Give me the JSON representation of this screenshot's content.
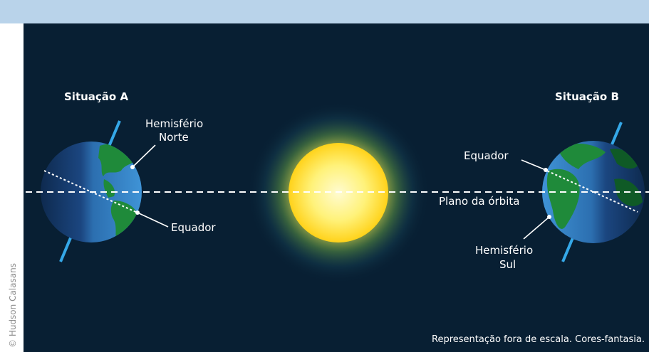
{
  "credit": "© Hudson Calasans",
  "situation_a": {
    "title": "Situação A",
    "hemisphere_line1": "Hemisfério",
    "hemisphere_line2": "Norte",
    "equator": "Equador"
  },
  "situation_b": {
    "title": "Situação B",
    "equator": "Equador",
    "hemisphere_line1": "Hemisfério",
    "hemisphere_line2": "Sul"
  },
  "orbit_label": "Plano da órbita",
  "footnote": "Representação fora de escala. Cores-fantasia.",
  "colors": {
    "frame": "#b9d3ea",
    "background": "#081f33",
    "axis": "#35a8e8",
    "land": "#1f8a3a",
    "sun_core": "#fff27a",
    "sun_edge": "#ffd21a"
  }
}
